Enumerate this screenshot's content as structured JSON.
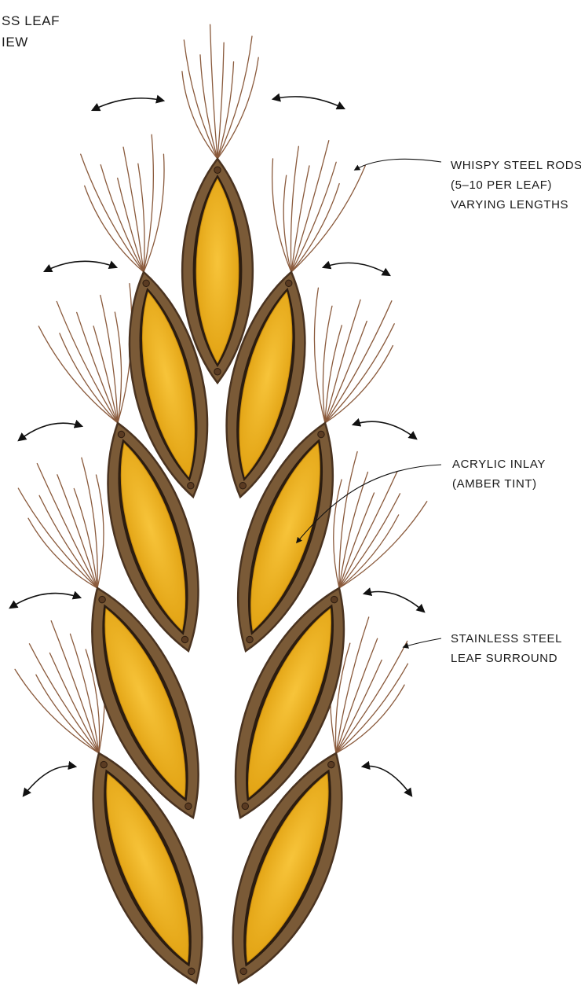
{
  "title": {
    "lines": [
      "SS LEAF",
      "IEW"
    ]
  },
  "callouts": {
    "rods": {
      "lines": [
        "WHISPY STEEL RODS",
        "(5–10 PER LEAF)",
        "VARYING LENGTHS"
      ]
    },
    "acrylic": {
      "lines": [
        "ACRYLIC INLAY",
        "(AMBER TINT)"
      ]
    },
    "surround": {
      "lines": [
        "STAINLESS STEEL",
        "LEAF SURROUND"
      ]
    }
  },
  "colors": {
    "frame": "#7a5a37",
    "frame_edge": "#4a3320",
    "inner_rim": "#2b1c10",
    "amber": "#f0b420",
    "amber_dark": "#d99a12",
    "rod": "#8a5a3c",
    "rivet": "#5a3b22",
    "arrow": "#111111"
  },
  "leaf_count": 9,
  "motion_arrow_icon": "double-headed-curved-arrow"
}
